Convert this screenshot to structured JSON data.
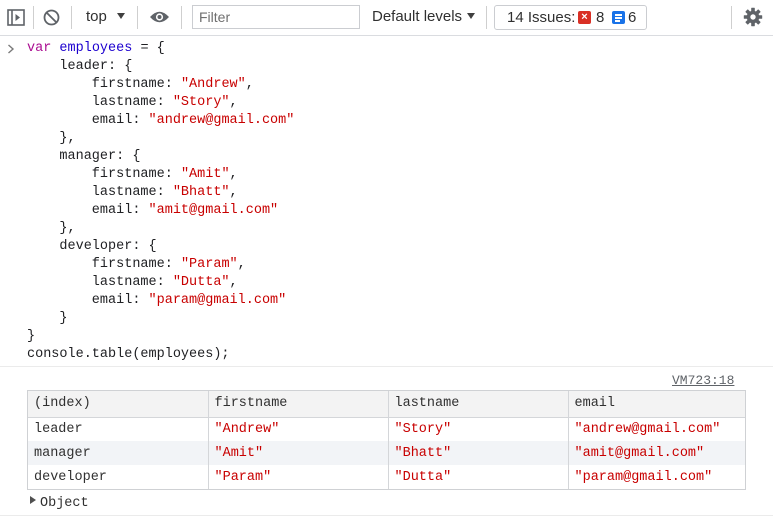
{
  "toolbar": {
    "context": "top",
    "filter_placeholder": "Filter",
    "levels": "Default levels",
    "issues_label": "14 Issues:",
    "error_count": "8",
    "info_count": "6",
    "colors": {
      "error": "#d93025",
      "info": "#1a73e8"
    },
    "icons": [
      "sidebar-toggle-icon",
      "clear-console-icon",
      "eye-icon",
      "gear-icon"
    ]
  },
  "console": {
    "code_lines": [
      [
        {
          "t": "var",
          "c": "kw"
        },
        {
          "t": " "
        },
        {
          "t": "employees",
          "c": "def"
        },
        {
          "t": " = {"
        }
      ],
      [
        {
          "t": "    leader: {"
        }
      ],
      [
        {
          "t": "        firstname: "
        },
        {
          "t": "\"Andrew\"",
          "c": "str"
        },
        {
          "t": ","
        }
      ],
      [
        {
          "t": "        lastname: "
        },
        {
          "t": "\"Story\"",
          "c": "str"
        },
        {
          "t": ","
        }
      ],
      [
        {
          "t": "        email: "
        },
        {
          "t": "\"andrew@gmail.com\"",
          "c": "str"
        }
      ],
      [
        {
          "t": "    },"
        }
      ],
      [
        {
          "t": "    manager: {"
        }
      ],
      [
        {
          "t": "        firstname: "
        },
        {
          "t": "\"Amit\"",
          "c": "str"
        },
        {
          "t": ","
        }
      ],
      [
        {
          "t": "        lastname: "
        },
        {
          "t": "\"Bhatt\"",
          "c": "str"
        },
        {
          "t": ","
        }
      ],
      [
        {
          "t": "        email: "
        },
        {
          "t": "\"amit@gmail.com\"",
          "c": "str"
        }
      ],
      [
        {
          "t": "    },"
        }
      ],
      [
        {
          "t": "    developer: {"
        }
      ],
      [
        {
          "t": "        firstname: "
        },
        {
          "t": "\"Param\"",
          "c": "str"
        },
        {
          "t": ","
        }
      ],
      [
        {
          "t": "        lastname: "
        },
        {
          "t": "\"Dutta\"",
          "c": "str"
        },
        {
          "t": ","
        }
      ],
      [
        {
          "t": "        email: "
        },
        {
          "t": "\"param@gmail.com\"",
          "c": "str"
        }
      ],
      [
        {
          "t": "    }"
        }
      ],
      [
        {
          "t": "}"
        }
      ],
      [
        {
          "t": "console.table(employees);"
        }
      ]
    ],
    "source_link": "VM723:18",
    "table": {
      "headers": [
        "(index)",
        "firstname",
        "lastname",
        "email"
      ],
      "rows": [
        [
          "leader",
          "\"Andrew\"",
          "\"Story\"",
          "\"andrew@gmail.com\""
        ],
        [
          "manager",
          "\"Amit\"",
          "\"Bhatt\"",
          "\"amit@gmail.com\""
        ],
        [
          "developer",
          "\"Param\"",
          "\"Dutta\"",
          "\"param@gmail.com\""
        ]
      ]
    },
    "object_label": "Object"
  }
}
